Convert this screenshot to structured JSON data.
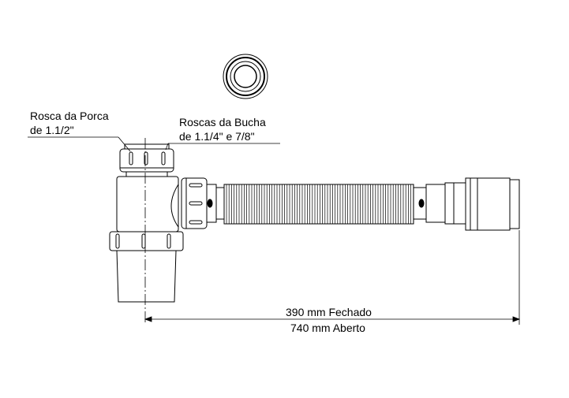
{
  "labels": {
    "nut_thread_line1": "Rosca da Porca",
    "nut_thread_line2": "de 1.1/2\"",
    "bushing_thread_line1": "Roscas da Bucha",
    "bushing_thread_line2": "de 1.1/4\" e 7/8\""
  },
  "dimension": {
    "closed": "390 mm Fechado",
    "open": "740 mm Aberto"
  }
}
